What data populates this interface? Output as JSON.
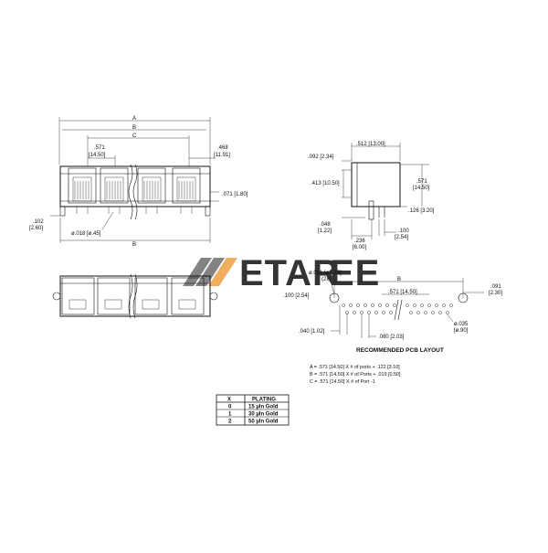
{
  "front_view": {
    "dim_A": "A",
    "dim_B_top": "B",
    "dim_C": "C",
    "pitch": ".571",
    "pitch_mm": "[14.50]",
    "height": ".468",
    "height_mm": "[11.91]",
    "standoff": ".071 [1.80]",
    "left_offset": ".102",
    "left_offset_mm": "[2.60]",
    "pin_dia": "ø.018 [ø.45]",
    "dim_B_bottom": "B"
  },
  "side_view": {
    "depth": ".512 [13.00]",
    "top_offset": ".092 [2.34]",
    "body_height": ".413 [10.50]",
    "pin_span": ".571",
    "pin_span_mm": "[14.50]",
    "peg_height": ".126 [3.20]",
    "pin_len": ".048",
    "pin_len_mm": "[1.22]",
    "pin_offset": ".236",
    "pin_offset_mm": "[6.00]",
    "pin_pitch": ".100",
    "pin_pitch_mm": "[2.54]"
  },
  "pcb_layout": {
    "mount_hole": "ø.091 [ø2.30]",
    "mount_hole_count": "(2x)",
    "dim_B": "B",
    "right_offset": ".091",
    "right_offset_mm": "[2.30]",
    "row_offset": ".100 [2.54]",
    "port_pitch": ".571 [14.50]",
    "pin_hole": "ø.035",
    "pin_hole_mm": "[ø.90]",
    "row_gap": ".040 [1.02]",
    "pin_pitch": ".080 [2.03]",
    "title": "RECOMMENDED PCB LAYOUT"
  },
  "formulas": [
    "A = .571 [14.50] X # of ports + .122 [3.10]",
    "B = .571 [14.50] X # of Ports + .019 [0.50]",
    "C = .571 [14.50] X # of Port -1"
  ],
  "plating_table": {
    "headers": [
      "X",
      "PLATING"
    ],
    "rows": [
      [
        "0",
        "15 µIn Gold"
      ],
      [
        "1",
        "30 µIn Gold"
      ],
      [
        "2",
        "50 µIn Gold"
      ]
    ]
  },
  "watermark": {
    "text_dark": "ETAR",
    "text_accent": "EE",
    "accent_color": "#f0a044",
    "dark_color": "#6e6e6e"
  }
}
